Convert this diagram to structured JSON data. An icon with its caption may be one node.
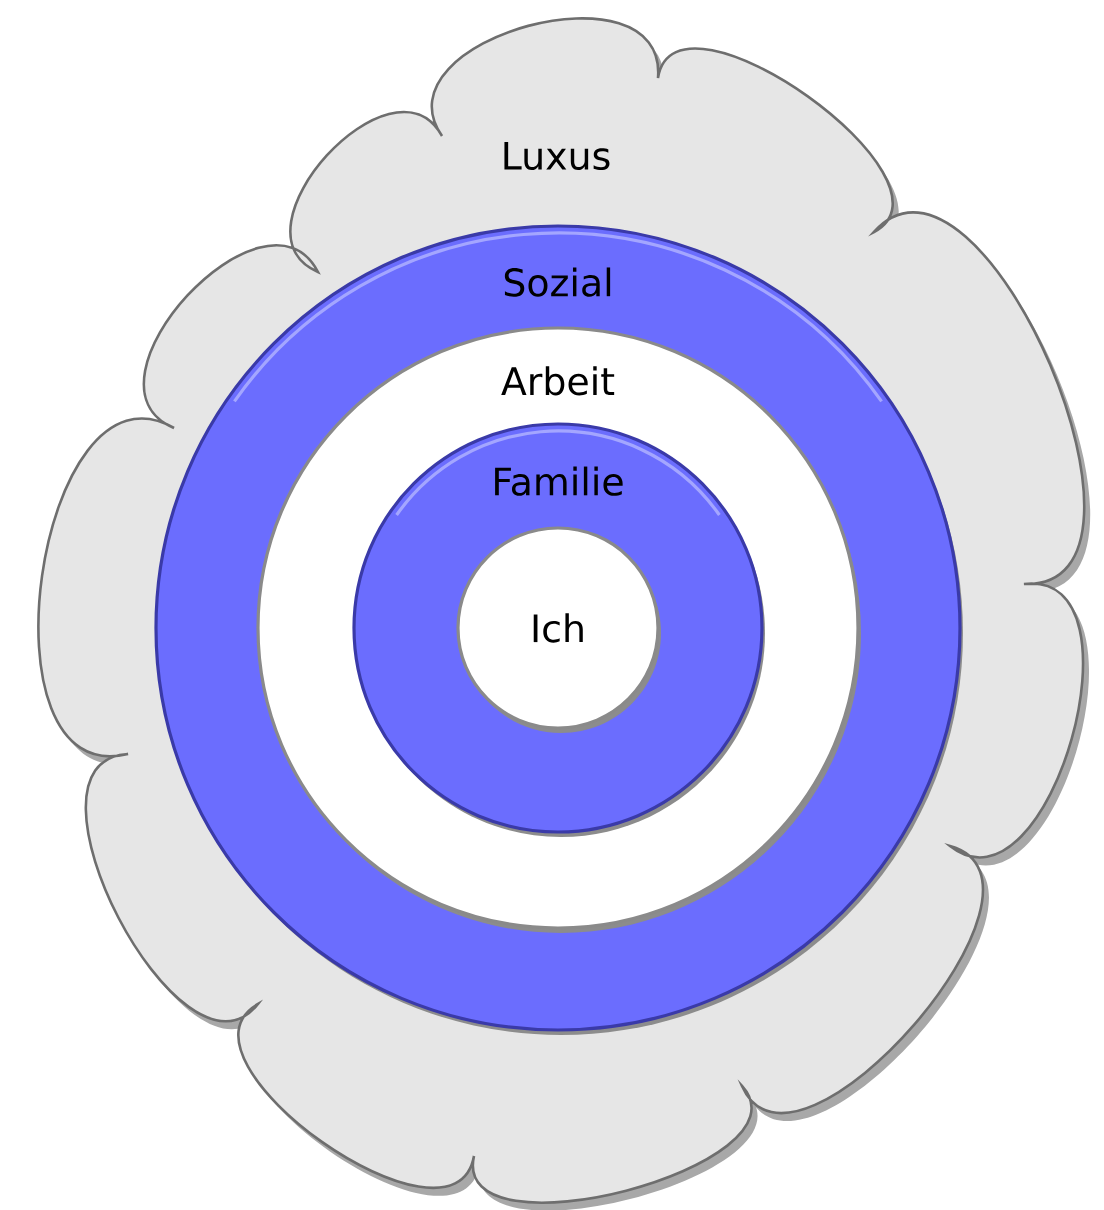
{
  "diagram": {
    "nodes": [
      {
        "text": [
          "Luxus"
        ]
      },
      {
        "text": [
          "Sozial"
        ],
        "in": 0
      },
      {
        "text": [
          "Arbeit"
        ],
        "in": 1
      },
      {
        "text": [
          "Familie"
        ],
        "in": 2
      },
      {
        "text": [
          "Ich"
        ],
        "in": 3
      }
    ]
  }
}
